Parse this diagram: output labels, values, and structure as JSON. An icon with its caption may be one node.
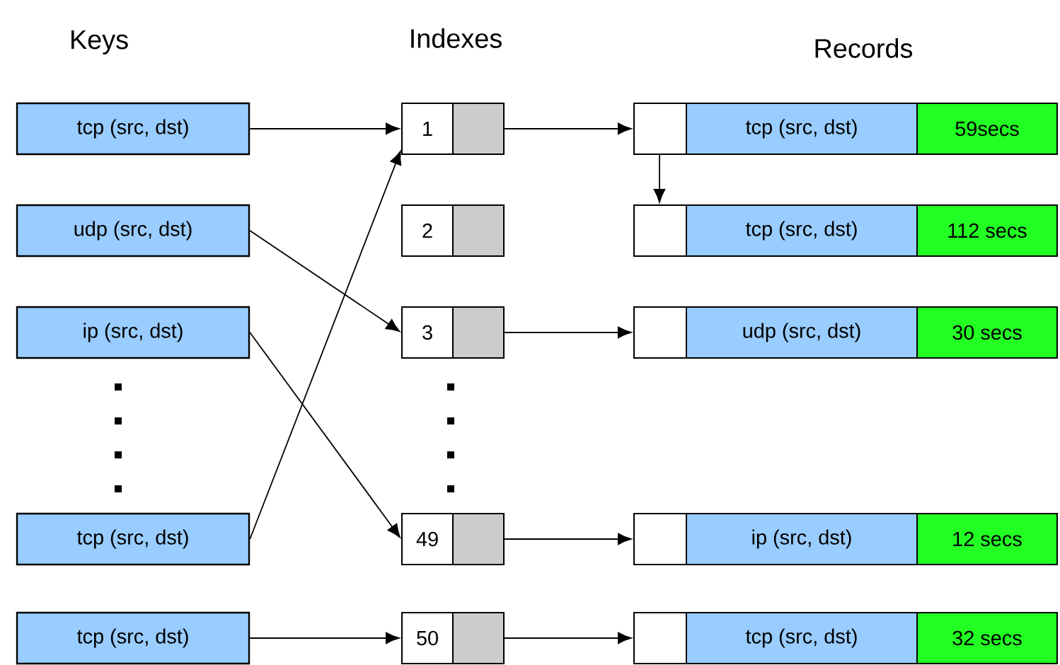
{
  "diagram": {
    "nodes": [
      {
        "text": [
          "tcp (src, dst)"
        ]
      },
      {
        "text": [
          "udp (src, dst)"
        ]
      },
      {
        "text": [
          "ip (src, dst)"
        ]
      },
      {
        "text": [
          "tcp (src, dst)"
        ]
      },
      {
        "text": [
          "tcp (src, dst)"
        ]
      },
      {
        "text": [
          "1"
        ]
      },
      {
        "text": [
          "2"
        ]
      },
      {
        "text": [
          "3"
        ]
      },
      {
        "text": [
          "49"
        ]
      },
      {
        "text": [
          "50"
        ]
      },
      {
        "text": [
          "tcp (src, dst)",
          "59secs"
        ]
      },
      {
        "text": [
          "tcp (src, dst)",
          "112 secs"
        ]
      },
      {
        "text": [
          "udp (src, dst)",
          "30 secs"
        ]
      },
      {
        "text": [
          "ip (src, dst)",
          "12 secs"
        ]
      },
      {
        "text": [
          "tcp (src, dst)",
          "32 secs"
        ]
      }
    ],
    "edges": [
      {
        "from": 0,
        "to": 5,
        "arrow": "to"
      },
      {
        "from": 1,
        "to": 7,
        "arrow": "to"
      },
      {
        "from": 2,
        "to": 8,
        "arrow": "to"
      },
      {
        "from": 3,
        "to": 5,
        "arrow": "to"
      },
      {
        "from": 4,
        "to": 9,
        "arrow": "to"
      },
      {
        "from": 5,
        "to": 10,
        "arrow": "to"
      },
      {
        "from": 10,
        "to": 11,
        "arrow": "to"
      },
      {
        "from": 7,
        "to": 12,
        "arrow": "to"
      },
      {
        "from": 8,
        "to": 13,
        "arrow": "to"
      },
      {
        "from": 9,
        "to": 14,
        "arrow": "to"
      }
    ],
    "labels": [
      "Keys",
      "Indexes",
      "Records"
    ]
  }
}
